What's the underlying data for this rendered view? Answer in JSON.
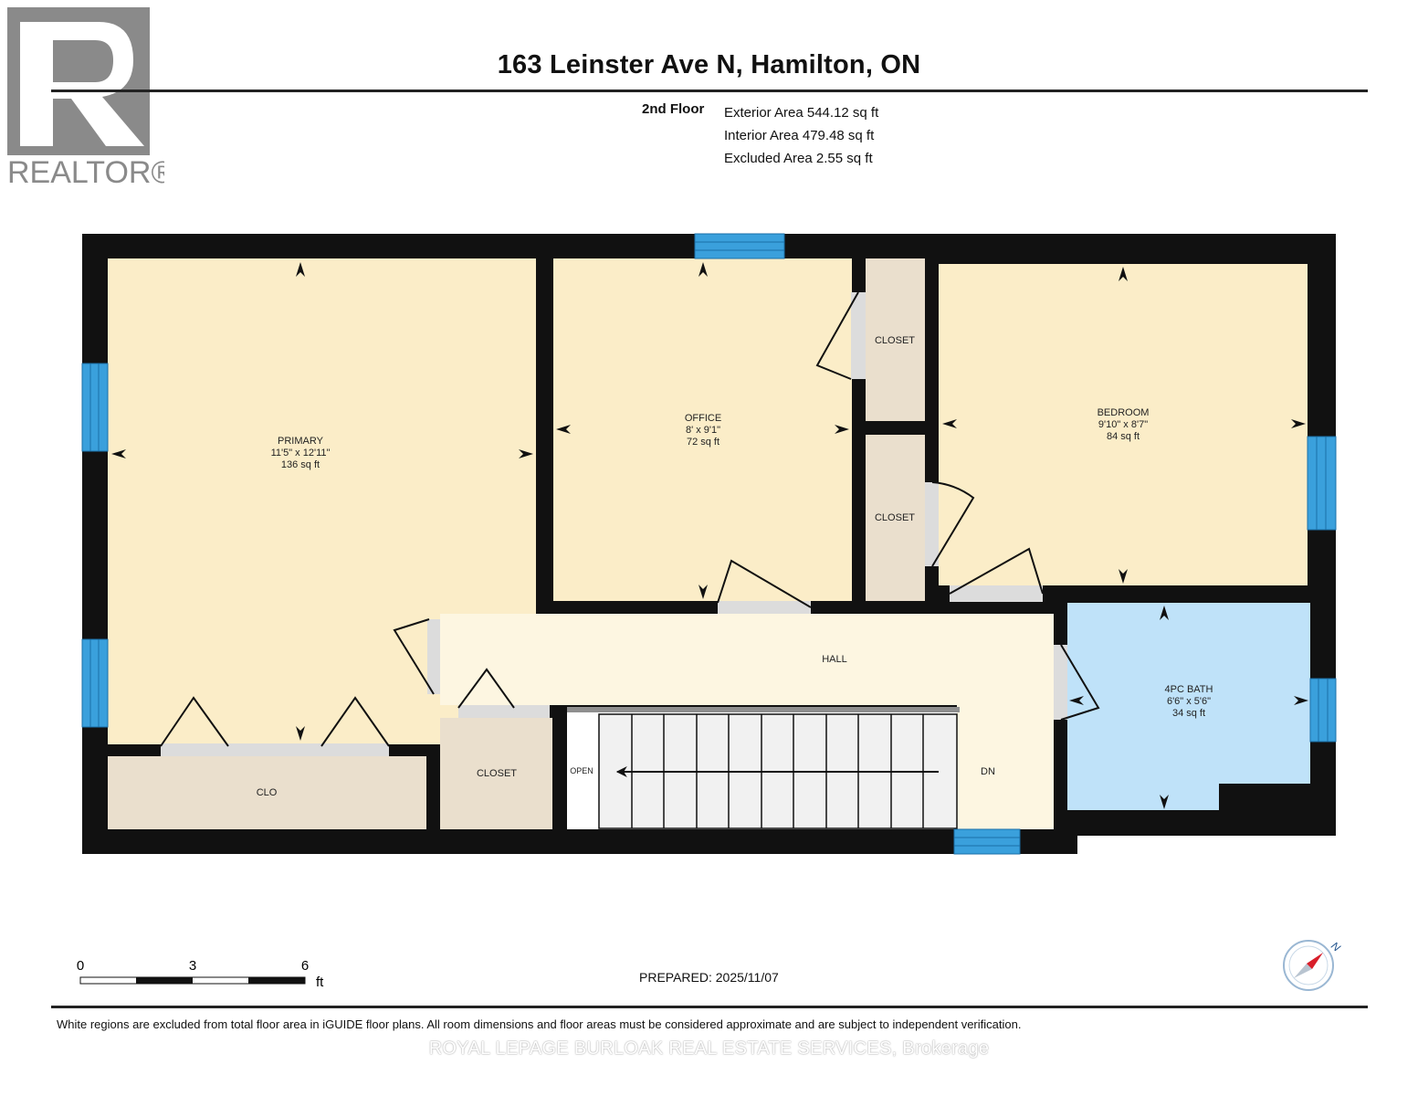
{
  "logo": {
    "wordmark": "REALTOR®"
  },
  "header": {
    "title": "163 Leinster Ave N, Hamilton, ON"
  },
  "area_info": {
    "floor": "2nd Floor",
    "lines": [
      "Exterior Area 544.12 sq ft",
      "Interior Area 479.48 sq ft",
      "Excluded Area 2.55 sq ft"
    ]
  },
  "rooms": {
    "primary": {
      "name": "PRIMARY",
      "dims": "11'5\" x 12'11\"",
      "area": "136 sq ft"
    },
    "office": {
      "name": "OFFICE",
      "dims": "8' x 9'1\"",
      "area": "72 sq ft"
    },
    "bedroom": {
      "name": "BEDROOM",
      "dims": "9'10\" x 8'7\"",
      "area": "84 sq ft"
    },
    "bath": {
      "name": "4PC BATH",
      "dims": "6'6\" x 5'6\"",
      "area": "34 sq ft"
    },
    "closet_top": "CLOSET",
    "closet_mid": "CLOSET",
    "closet_hall": "CLOSET",
    "clo": "CLO",
    "hall": "HALL",
    "open": "OPEN",
    "dn": "DN"
  },
  "scale_bar": {
    "labels": [
      "0",
      "3",
      "6"
    ],
    "unit": "ft"
  },
  "compass": {
    "label": "N"
  },
  "prepared": "PREPARED: 2025/11/07",
  "disclaimer": "White regions are excluded from total floor area in iGUIDE floor plans. All room dimensions and floor areas must be considered approximate and are subject to independent verification.",
  "watermark": "ROYAL LEPAGE BURLOAK REAL ESTATE SERVICES, Brokerage",
  "colors": {
    "room_fill": "#fbedc8",
    "closet_fill": "#eadfcd",
    "hall_fill": "#fdf6e1",
    "bath_fill": "#bfe2f9",
    "window": "#3aa0dc",
    "wall": "#111111"
  }
}
